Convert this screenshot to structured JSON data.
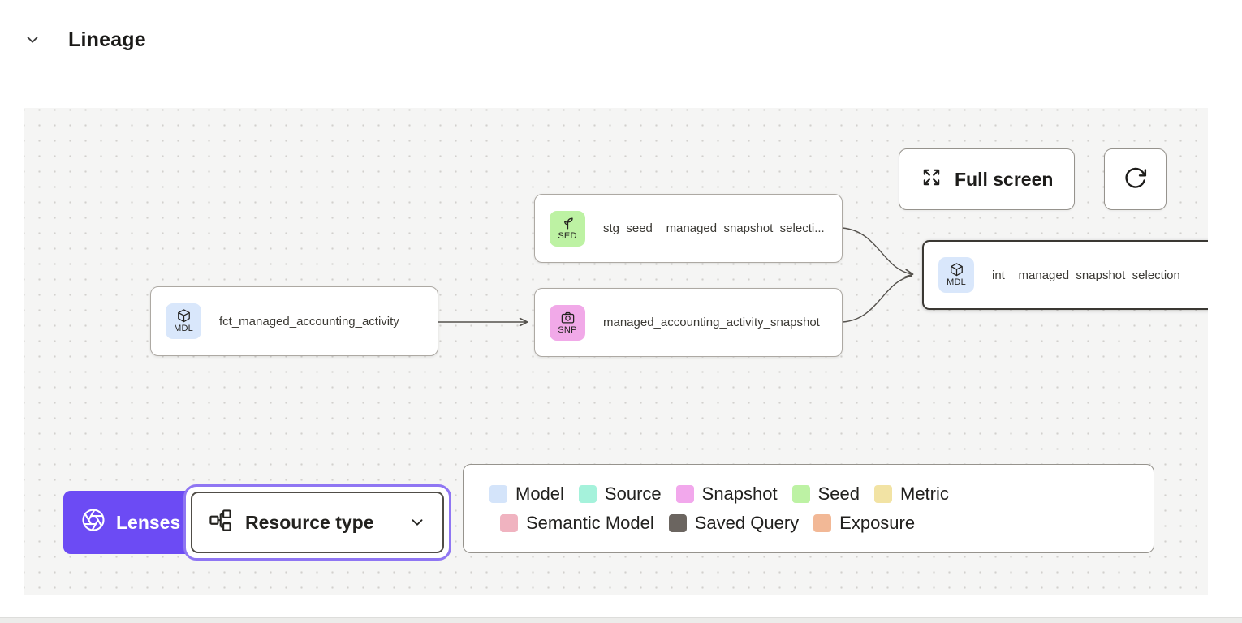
{
  "header": {
    "title": "Lineage"
  },
  "toolbar": {
    "full_screen_label": "Full screen"
  },
  "graph": {
    "nodes": [
      {
        "label": "fct_managed_accounting_activity",
        "badge": "MDL",
        "type": "model",
        "badge_color": "#d9e7fb",
        "selected": false
      },
      {
        "label": "stg_seed__managed_snapshot_selecti...",
        "badge": "SED",
        "type": "seed",
        "badge_color": "#bdf2a3",
        "selected": false
      },
      {
        "label": "managed_accounting_activity_snapshot",
        "badge": "SNP",
        "type": "snapshot",
        "badge_color": "#f1a9e8",
        "selected": false
      },
      {
        "label": "int__managed_snapshot_selection",
        "badge": "MDL",
        "type": "model",
        "badge_color": "#d9e7fb",
        "selected": true
      }
    ]
  },
  "controls": {
    "lenses_label": "Lenses",
    "resource_type_label": "Resource type"
  },
  "legend": {
    "items": [
      {
        "label": "Model",
        "color": "#d4e4fa"
      },
      {
        "label": "Source",
        "color": "#a5f2db"
      },
      {
        "label": "Snapshot",
        "color": "#f2a8ec"
      },
      {
        "label": "Seed",
        "color": "#bdf2a4"
      },
      {
        "label": "Metric",
        "color": "#f2e3a4"
      },
      {
        "label": "Semantic Model",
        "color": "#f0b3c0"
      },
      {
        "label": "Saved Query",
        "color": "#6b6560"
      },
      {
        "label": "Exposure",
        "color": "#f2b896"
      }
    ]
  },
  "colors": {
    "accent_purple": "#6c4bf4",
    "focus_ring_purple": "#8f76f3",
    "canvas_background": "#f5f5f4",
    "edge": "#55524d",
    "selected_node_border": "#3a3833"
  }
}
